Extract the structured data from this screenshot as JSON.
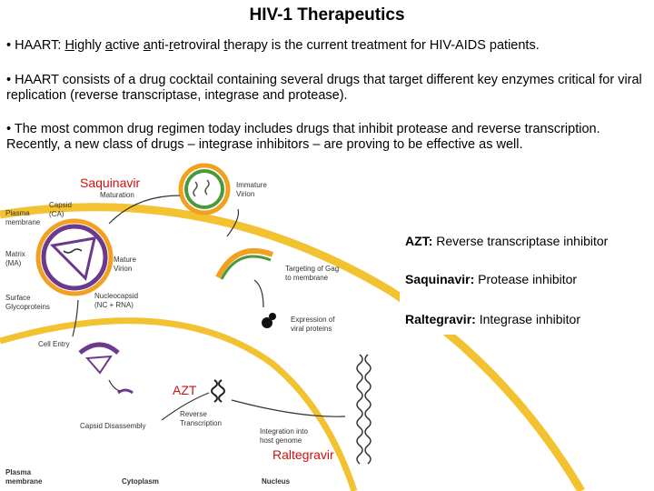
{
  "title": "HIV-1 Therapeutics",
  "bullets": {
    "b1": {
      "prefix": "• HAART: ",
      "w1": "H",
      "t1": "ighly ",
      "w2": "a",
      "t2": "ctive ",
      "w3": "a",
      "t3": "nti-",
      "w4": "r",
      "t4": "etroviral ",
      "w5": "t",
      "t5": "herapy is the current treatment for HIV-AIDS patients."
    },
    "b2": "• HAART consists of a drug cocktail containing several drugs that target different key enzymes critical for viral replication (reverse transcriptase, integrase and protease).",
    "b3": "• The most common drug regimen today includes drugs that inhibit protease and reverse transcription. Recently, a new class of drugs – integrase inhibitors – are proving to be effective as well."
  },
  "diagram": {
    "saquinavir_label": "Saquinavir",
    "azt_label": "AZT",
    "raltegravir_label": "Raltegravir",
    "labels": {
      "maturation": "Maturation",
      "immature_virion_1": "Immature",
      "immature_virion_2": "Virion",
      "capsid_1": "Capsid",
      "capsid_2": "(CA)",
      "plasma_membrane_1": "Plasma",
      "plasma_membrane_2": "membrane",
      "matrix_1": "Matrix",
      "matrix_2": "(MA)",
      "mature_virion_1": "Mature",
      "mature_virion_2": "Virion",
      "targeting_1": "Targeting of Gag",
      "targeting_2": "to membrane",
      "surface_1": "Surface",
      "surface_2": "Glycoproteins",
      "nucleocapsid_1": "Nucleocapsid",
      "nucleocapsid_2": "(NC + RNA)",
      "expression_1": "Expression of",
      "expression_2": "viral proteins",
      "cell_entry": "Cell Entry",
      "reverse_1": "Reverse",
      "reverse_2": "Transcription",
      "capsid_disassembly": "Capsid Disassembly",
      "integration_1": "Integration into",
      "integration_2": "host genome",
      "plasma_membrane_b1": "Plasma",
      "plasma_membrane_b2": "membrane",
      "cytoplasm": "Cytoplasm",
      "nucleus": "Nucleus"
    }
  },
  "legend": {
    "azt_name": "AZT:",
    "azt_desc": " Reverse transcriptase inhibitor",
    "saq_name": "Saquinavir:",
    "saq_desc": " Protease inhibitor",
    "ral_name": "Raltegravir:",
    "ral_desc": " Integrase inhibitor"
  },
  "colors": {
    "drug_red": "#d01010",
    "membrane_yellow": "#f2c230",
    "virion_purple": "#6b3a8c",
    "capsid_green": "#4a9a3a"
  }
}
